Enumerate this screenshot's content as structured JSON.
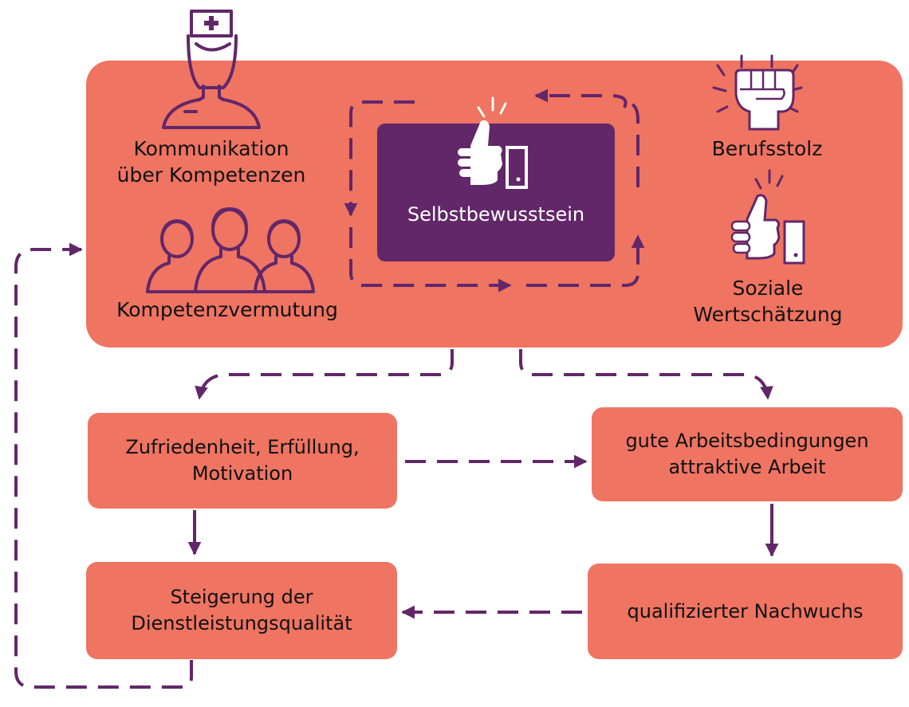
{
  "center": {
    "label": "Selbstbewusstsein"
  },
  "factors": {
    "communication": {
      "line1": "Kommunikation",
      "line2": "über Kompetenzen"
    },
    "competence": {
      "label": "Kompetenzvermutung"
    },
    "pride": {
      "label": "Berufsstolz"
    },
    "social": {
      "line1": "Soziale",
      "line2": "Wertschätzung"
    }
  },
  "boxes": {
    "satisfaction": "Zufriedenheit, Erfüllung,\nMotivation",
    "conditions": "gute Arbeitsbedingungen\nattraktive Arbeit",
    "quality": "Steigerung der\nDienstleistungsqualität",
    "offspring": "qualifizierter Nachwuchs"
  },
  "colors": {
    "coral": "#ef7462",
    "purple": "#622769",
    "text": "#111111",
    "white": "#ffffff"
  },
  "icons": [
    "nurse-icon",
    "team-icon",
    "thumbs-up-icon",
    "fist-icon"
  ]
}
